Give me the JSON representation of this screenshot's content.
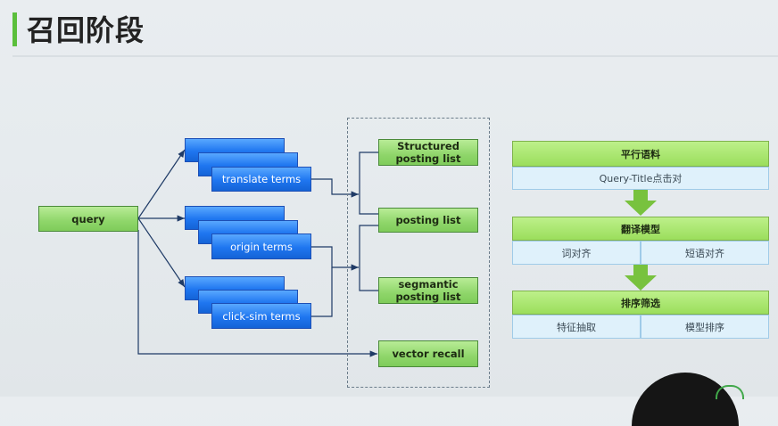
{
  "slide": {
    "title": "召回阶段"
  },
  "diagram": {
    "query_label": "query",
    "term_groups": [
      {
        "label": "translate terms"
      },
      {
        "label": "origin terms"
      },
      {
        "label": "click-sim terms"
      }
    ],
    "posting_lists": [
      {
        "line1": "Structured",
        "line2": "posting list"
      },
      {
        "line1": "posting list",
        "line2": ""
      },
      {
        "line1": "segmantic",
        "line2": "posting list"
      }
    ],
    "vector_recall_label": "vector recall"
  },
  "flow": {
    "stages": [
      {
        "header": "平行语料",
        "cells": [
          "Query-Title点击对"
        ]
      },
      {
        "header": "翻译模型",
        "cells": [
          "词对齐",
          "短语对齐"
        ]
      },
      {
        "header": "排序筛选",
        "cells": [
          "特征抽取",
          "模型排序"
        ]
      }
    ]
  },
  "colors": {
    "accent_green": "#5bbf3c",
    "term_blue": "#1f76f0",
    "cell_blue": "#dff1fb"
  }
}
